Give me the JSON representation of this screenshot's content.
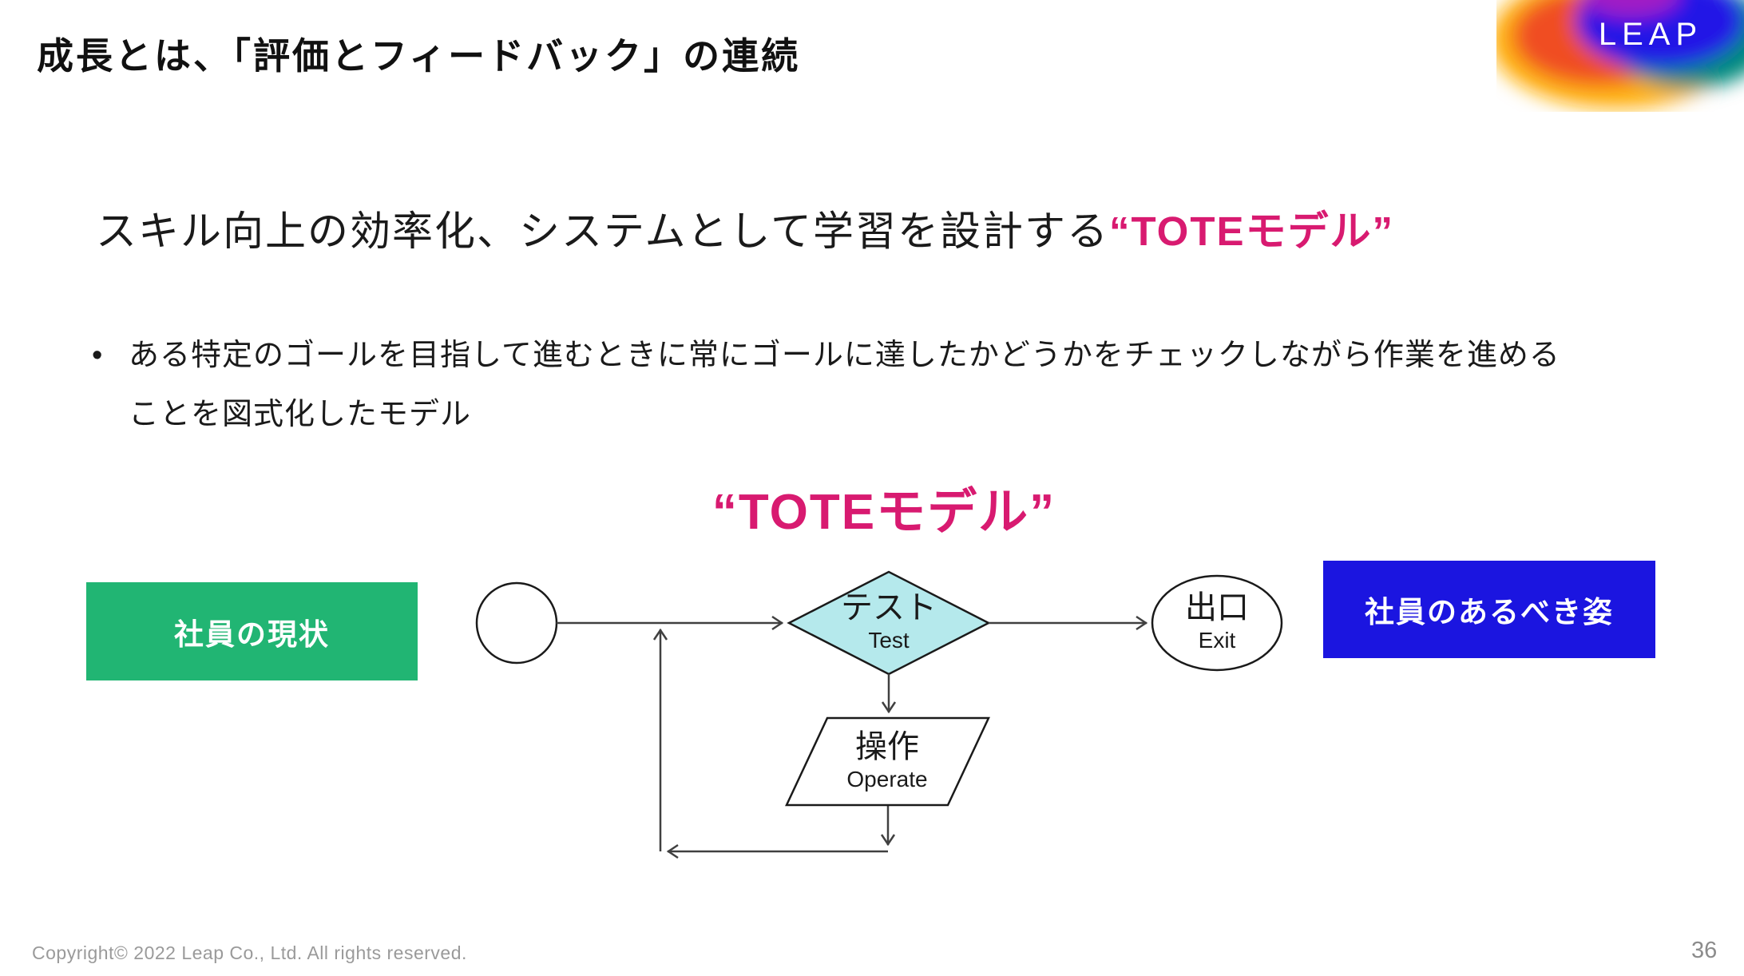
{
  "page": {
    "title": "成長とは、「評価とフィードバック」の連続",
    "footer": "Copyright©  2022  Leap Co., Ltd.  All rights reserved.",
    "page_number": "36"
  },
  "logo": {
    "text": "LEAP"
  },
  "lead": {
    "prefix": "スキル向上の効率化、システムとして学習を設計する",
    "highlight": "“TOTEモデル”"
  },
  "bullet": {
    "marker": "•",
    "line1": "ある特定のゴールを目指して進むときに常にゴールに達したかどうかをチェックしながら作業を進める",
    "line2": "ことを図式化したモデル"
  },
  "diagram": {
    "title": "“TOTEモデル”",
    "nodes": {
      "current_state": {
        "label": "社員の現状",
        "color": "#21B573"
      },
      "test": {
        "label_ja": "テスト",
        "label_en": "Test",
        "fill": "#B5E9EC"
      },
      "exit": {
        "label_ja": "出口",
        "label_en": "Exit"
      },
      "operate": {
        "label_ja": "操作",
        "label_en": "Operate"
      },
      "ideal_state": {
        "label": "社員のあるべき姿",
        "color": "#1B15E0"
      }
    }
  },
  "colors": {
    "accent_pink": "#D81A70",
    "green": "#21B573",
    "blue": "#1B15E0",
    "diamond_fill": "#B5E9EC",
    "connector": "#404040",
    "shape_border": "#1a1a1a",
    "footer_gray": "#9a9a9a"
  }
}
